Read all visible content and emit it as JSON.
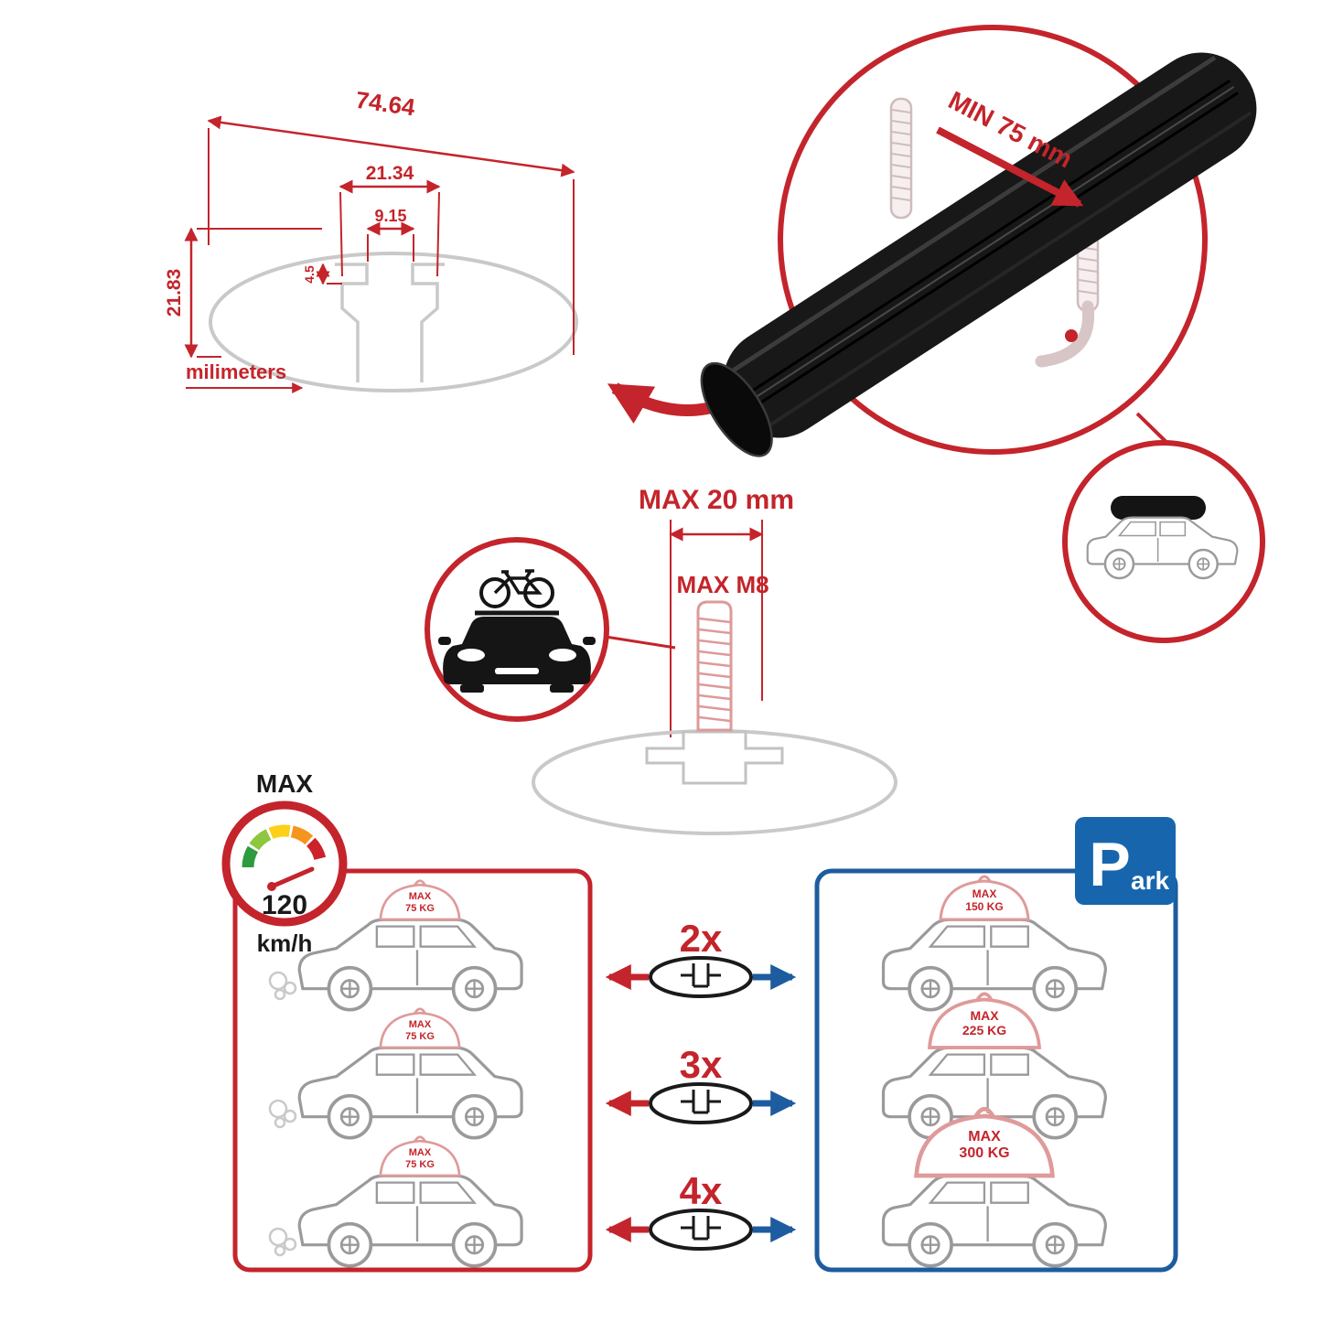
{
  "colors": {
    "accent_red": "#c4242b",
    "accent_blue": "#1d5c9e",
    "outline_gray": "#c9c9c9",
    "bar_black": "#181818"
  },
  "dimension_diagram": {
    "total_width": "74.64",
    "channel_width": "21.34",
    "slot_width": "9.15",
    "slot_depth": "4.5",
    "total_height": "21.83",
    "units": "milimeters"
  },
  "clamp_detail": {
    "min_span": "MIN 75 mm"
  },
  "bolt_detail": {
    "max_length": "MAX 20 mm",
    "max_thread": "MAX M8"
  },
  "speed_limit": {
    "label": "MAX",
    "value": "120",
    "units": "km/h"
  },
  "parking_sign": {
    "letter": "P",
    "suffix": "ark"
  },
  "load_panels": {
    "driving": {
      "cars": [
        {
          "max": "MAX",
          "load": "75 KG"
        },
        {
          "max": "MAX",
          "load": "75 KG"
        },
        {
          "max": "MAX",
          "load": "75 KG"
        }
      ]
    },
    "parked": {
      "cars": [
        {
          "max": "MAX",
          "load": "150 KG"
        },
        {
          "max": "MAX",
          "load": "225 KG"
        },
        {
          "max": "MAX",
          "load": "300 KG"
        }
      ]
    }
  },
  "multipliers": [
    {
      "label": "2x"
    },
    {
      "label": "3x"
    },
    {
      "label": "4x"
    }
  ]
}
